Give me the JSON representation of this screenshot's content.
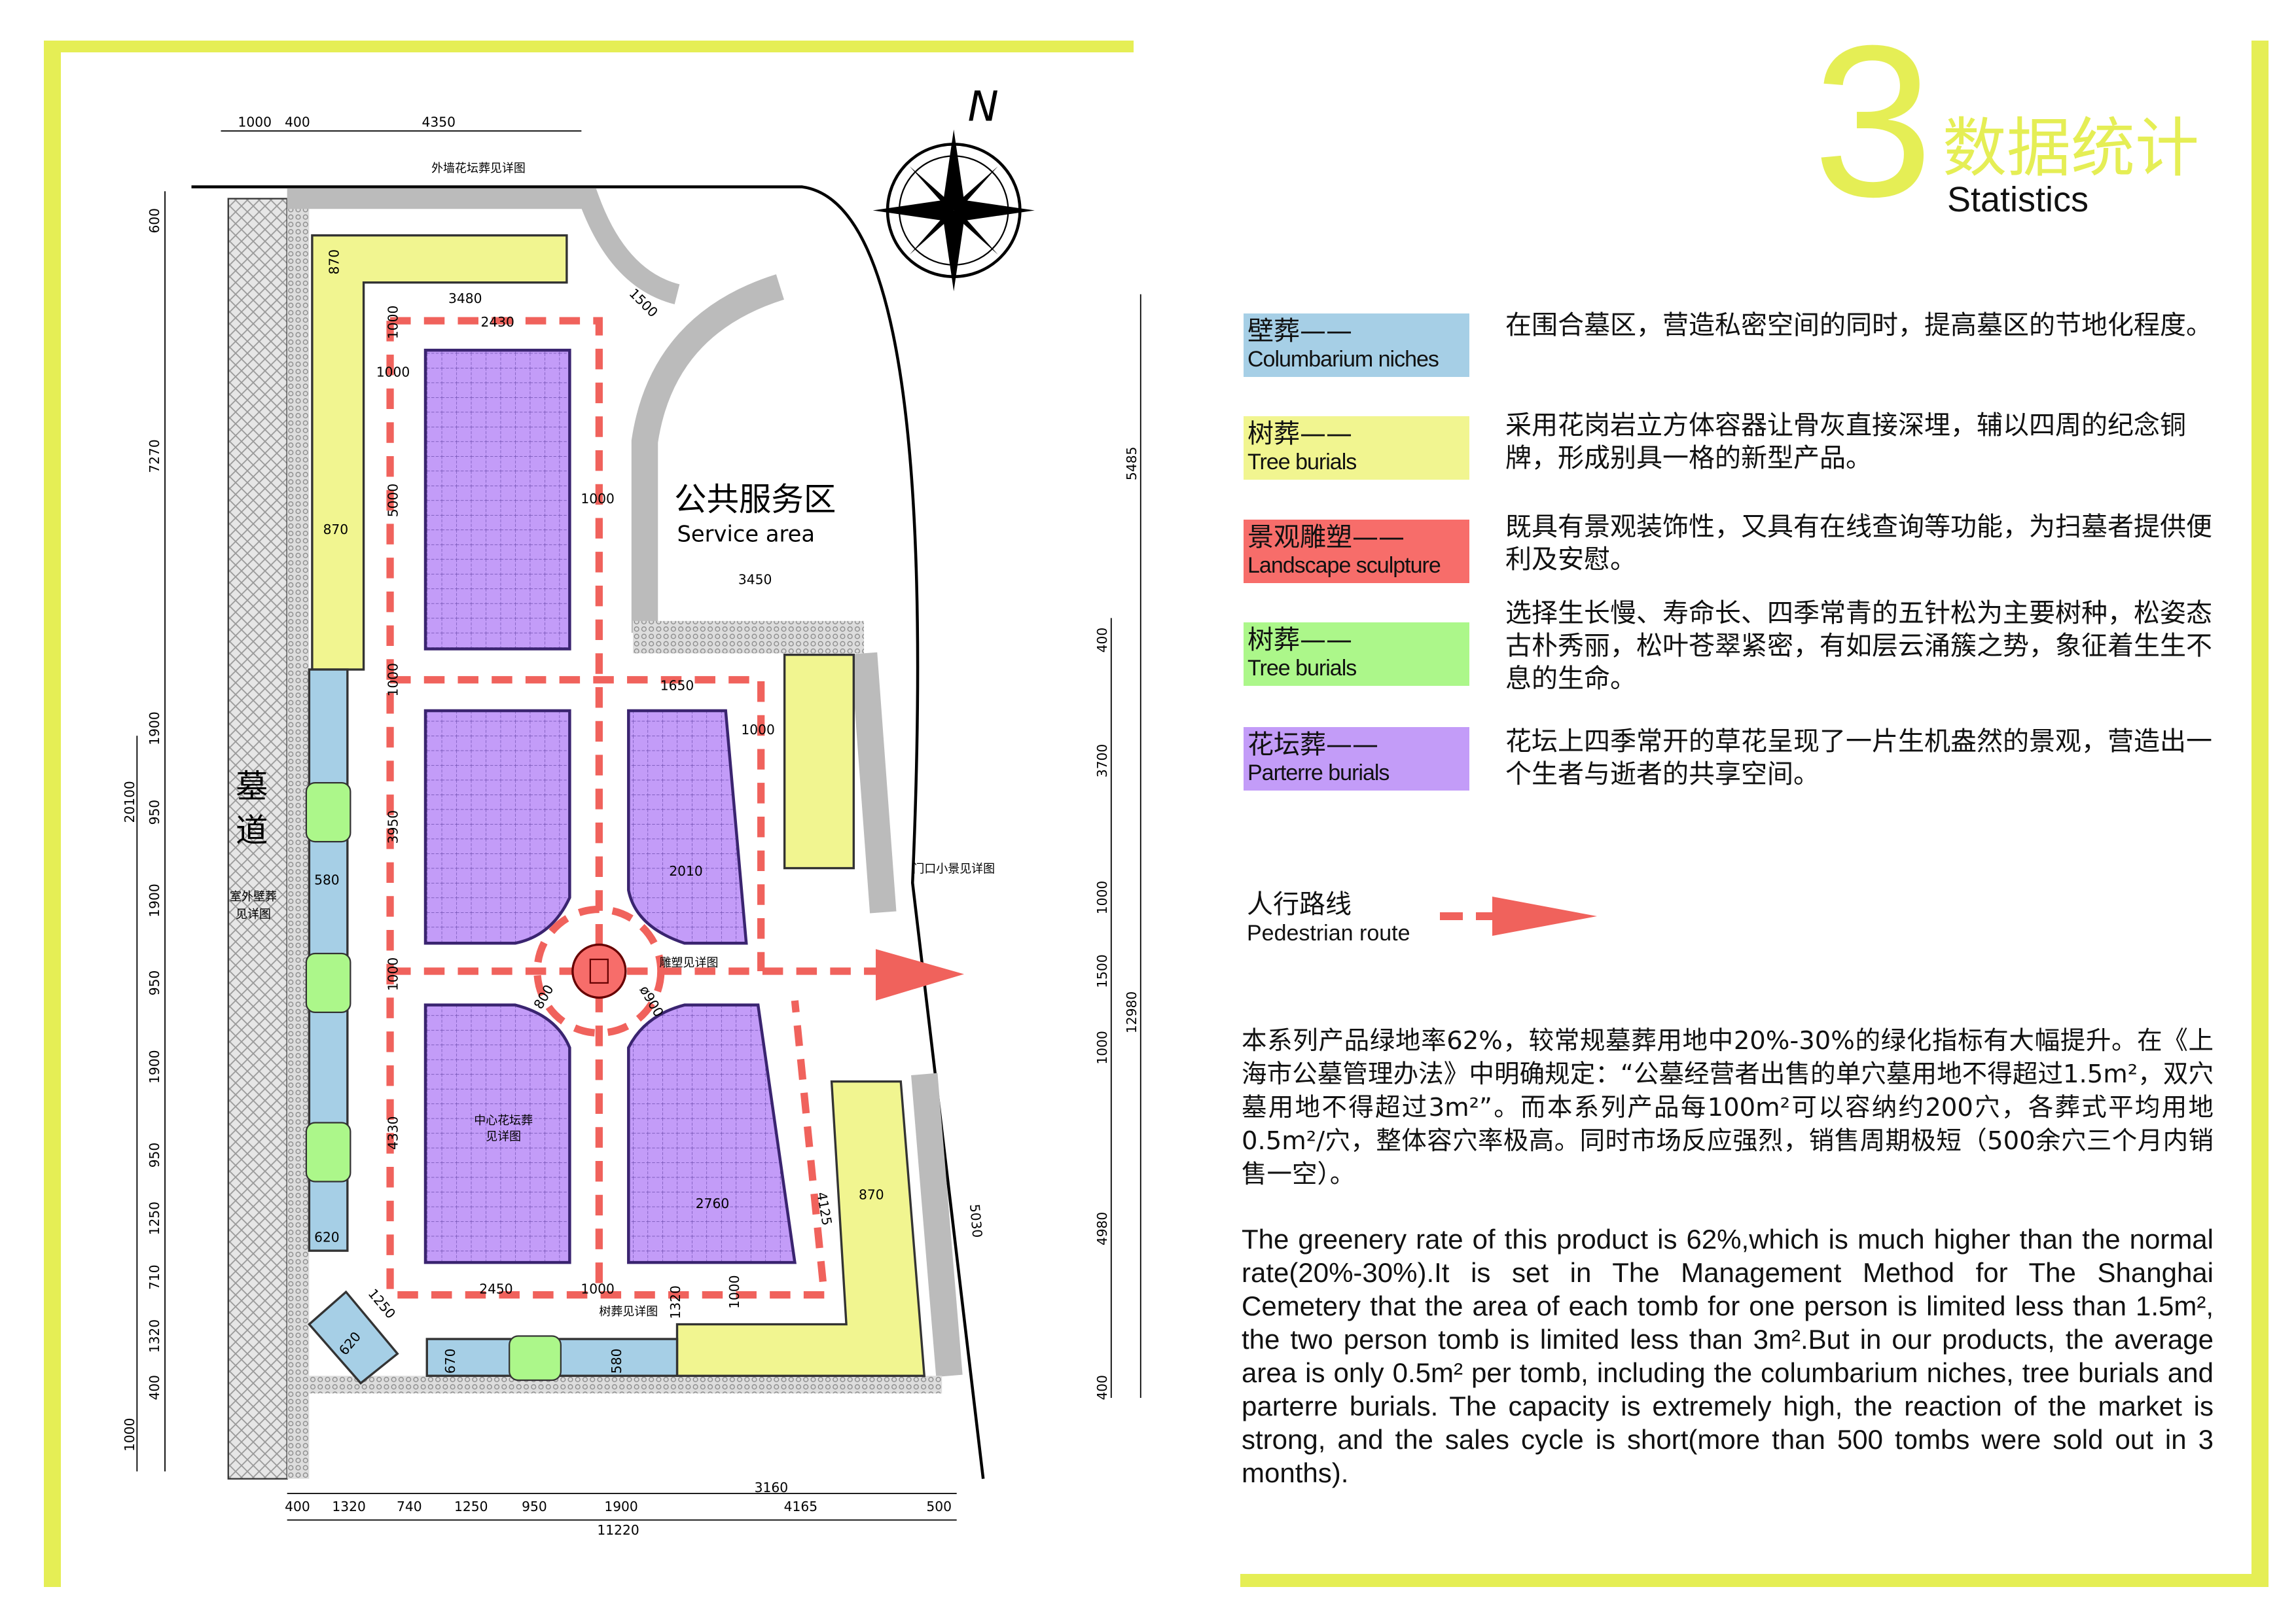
{
  "colors": {
    "frame": "#e5ee55",
    "columbarium": "#a6cfe6",
    "tree_yellow": "#f1f590",
    "sculpture": "#f76d6a",
    "tree_green": "#acf78a",
    "parterre": "#c39cf8",
    "route": "#f0625c"
  },
  "header": {
    "number": "3",
    "title_cn": "数据统计",
    "title_en": "Statistics"
  },
  "legend": [
    {
      "cn": "壁葬——",
      "en": "Columbarium niches",
      "color": "#a6cfe6",
      "desc": "在围合墓区，营造私密空间的同时，提高墓区的节地化程度。"
    },
    {
      "cn": "树葬——",
      "en": "Tree burials",
      "color": "#f1f590",
      "desc": "采用花岗岩立方体容器让骨灰直接深埋，辅以四周的纪念铜牌，形成别具一格的新型产品。"
    },
    {
      "cn": "景观雕塑——",
      "en": "Landscape sculpture",
      "color": "#f76d6a",
      "desc": "既具有景观装饰性，又具有在线查询等功能，为扫墓者提供便利及安慰。"
    },
    {
      "cn": "树葬——",
      "en": "Tree burials",
      "color": "#acf78a",
      "desc": "选择生长慢、寿命长、四季常青的五针松为主要树种，松姿态古朴秀丽，松叶苍翠紧密，有如层云涌簇之势，象征着生生不息的生命。"
    },
    {
      "cn": "花坛葬——",
      "en": "Parterre burials",
      "color": "#c39cf8",
      "desc": "花坛上四季常开的草花呈现了一片生机盎然的景观，营造出一个生者与逝者的共享空间。"
    }
  ],
  "route_legend": {
    "cn": "人行路线",
    "en": "Pedestrian route"
  },
  "paragraph_cn": "本系列产品绿地率62%，较常规墓葬用地中20%-30%的绿化指标有大幅提升。在《上海市公墓管理办法》中明确规定：“公墓经营者出售的单穴墓用地不得超过1.5m²，双穴墓用地不得超过3m²”。而本系列产品每100m²可以容纳约200穴，各葬式平均用地0.5m²/穴，整体容穴率极高。同时市场反应强烈，销售周期极短（500余穴三个月内销售一空）。",
  "paragraph_en": "The greenery rate of this product is 62%,which is much higher than the normal rate(20%-30%).It is set in The Management Method for The Shanghai Cemetery that the area of each tomb for one person is limited less than 1.5m², the two person tomb is limited less than 3m².But in our products, the average area is only 0.5m² per tomb, including the columbarium niches, tree burials and parterre burials. The capacity is extremely high, the reaction of the market is strong, and the sales cycle is short(more than 500 tombs were sold out in 3 months).",
  "plan": {
    "north": "N",
    "service_cn": "公共服务区",
    "service_en": "Service area",
    "tomb_road": "墓道",
    "notes": [
      "外墙花坛葬见详图",
      "门口小景见详图",
      "雕塑见详图",
      "中心花坛葬",
      "见详图",
      "树葬见详图",
      "室外壁葬",
      "见详图"
    ],
    "dims": [
      "1000",
      "400",
      "4350",
      "600",
      "7270",
      "1900",
      "950",
      "1900",
      "950",
      "1900",
      "950",
      "1250",
      "710",
      "1320",
      "400",
      "1000",
      "20100",
      "870",
      "3480",
      "2430",
      "1000",
      "1000",
      "5000",
      "870",
      "1000",
      "3450",
      "1500",
      "1000",
      "1650",
      "1000",
      "3950",
      "2010",
      "580",
      "1000",
      "800",
      "ø900",
      "4330",
      "2760",
      "620",
      "2450",
      "1000",
      "1320",
      "1000",
      "4125",
      "870",
      "5030",
      "1250",
      "620",
      "670",
      "580",
      "5485",
      "400",
      "3700",
      "1000",
      "1500",
      "1000",
      "4980",
      "12980",
      "400",
      "400",
      "1320",
      "740",
      "1250",
      "950",
      "1900",
      "3160",
      "4165",
      "500",
      "11220"
    ]
  }
}
